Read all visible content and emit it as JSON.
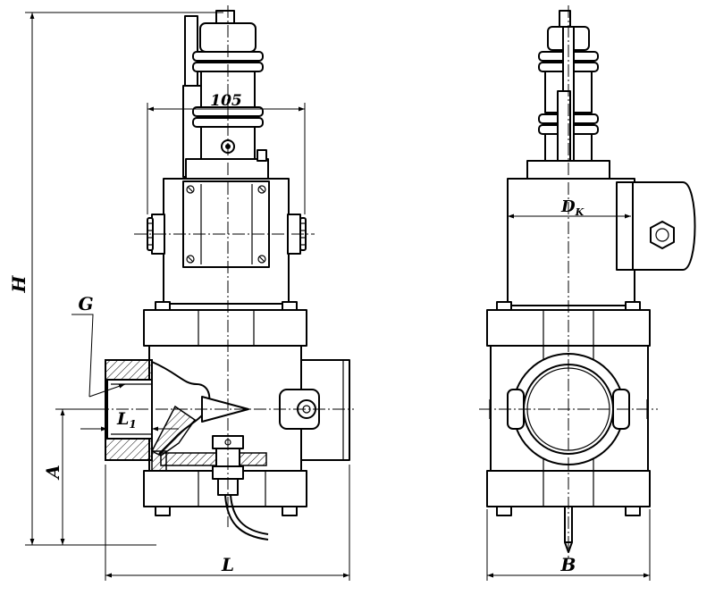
{
  "drawing": {
    "dimensions": {
      "width_105": "105",
      "height": "H",
      "length": "L",
      "width_b": "B",
      "axis_height": "A",
      "thread": "G",
      "thread_length_main": "L",
      "thread_length_sub": "1",
      "cover_diameter_main": "D",
      "cover_diameter_sub": "K"
    }
  }
}
